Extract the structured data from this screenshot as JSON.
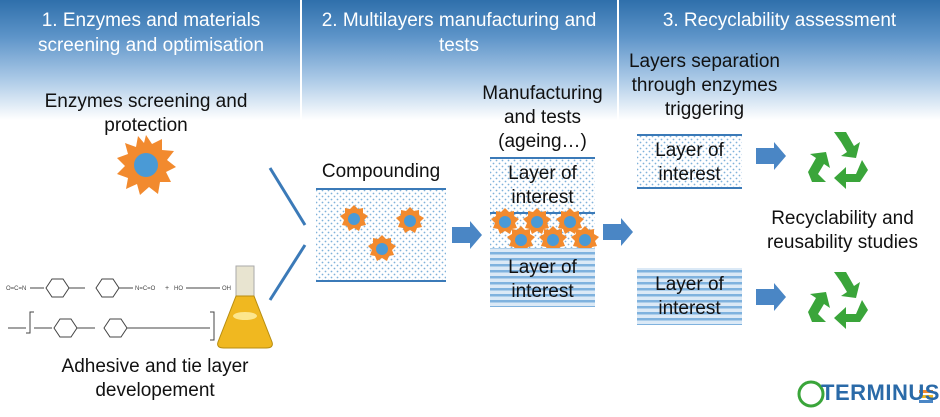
{
  "columns": [
    {
      "title": "1. Enzymes and materials screening and optimisation"
    },
    {
      "title": "2. Multilayers manufacturing and tests"
    },
    {
      "title": "3. Recyclability assessment"
    }
  ],
  "labels": {
    "enzymes_screening": "Enzymes screening and protection",
    "adhesive": "Adhesive and tie layer developement",
    "compounding": "Compounding",
    "manufacturing": "Manufacturing and tests (ageing…)",
    "layer_of_interest": "Layer of interest",
    "layers_separation": "Layers separation through enzymes triggering",
    "recyclability": "Recyclability and reusability  studies"
  },
  "logo": {
    "text": "TERMINUS"
  },
  "colors": {
    "header_blue": "#2f6fab",
    "arrow_blue": "#4a86c5",
    "enzyme_orange": "#f28a2e",
    "enzyme_core": "#4a9ad6",
    "recycle_green": "#3aa53a"
  }
}
